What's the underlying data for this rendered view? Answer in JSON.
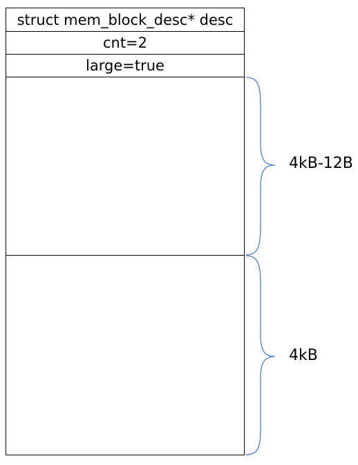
{
  "memory_layout": {
    "header_fields": [
      {
        "text": "struct mem_block_desc* desc"
      },
      {
        "text": "cnt=2"
      },
      {
        "text": "large=true"
      }
    ],
    "blocks": [
      {
        "size_label": "4kB-12B"
      },
      {
        "size_label": "4kB"
      }
    ]
  },
  "colors": {
    "brace": "#4a7bc6",
    "border": "#000000"
  }
}
